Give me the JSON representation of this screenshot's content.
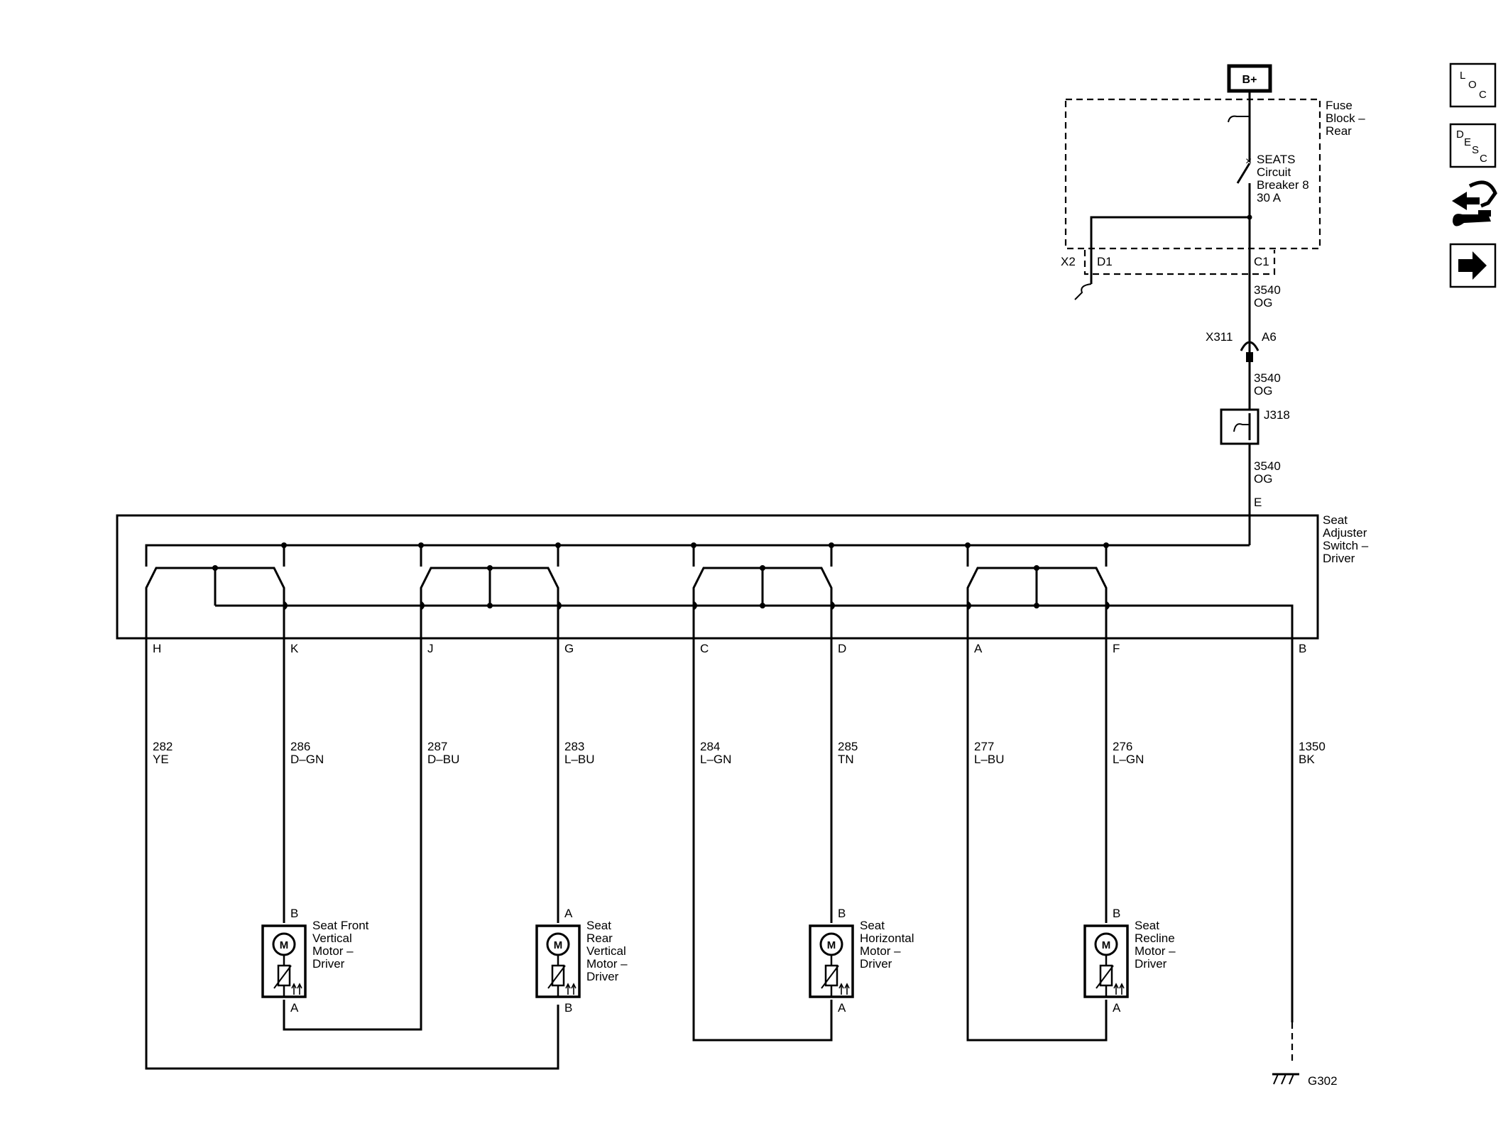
{
  "power": {
    "source": "B+"
  },
  "fuse_block": {
    "name": [
      "Fuse",
      "Block –",
      "Rear"
    ],
    "breaker": [
      "SEATS",
      "Circuit",
      "Breaker 8",
      "30 A"
    ],
    "connector_x2": "X2",
    "pin_d1": "D1",
    "pin_c1": "C1"
  },
  "feed": {
    "circuit": "3540",
    "color": "OG",
    "inline_connector": "X311",
    "inline_pin": "A6",
    "splice": "J318",
    "switch_pin": "E"
  },
  "switch": {
    "name": [
      "Seat",
      "Adjuster",
      "Switch –",
      "Driver"
    ]
  },
  "pins": [
    "H",
    "K",
    "J",
    "G",
    "C",
    "D",
    "A",
    "F",
    "B"
  ],
  "wires": [
    {
      "circuit": "282",
      "color": "YE"
    },
    {
      "circuit": "286",
      "color": "D–GN"
    },
    {
      "circuit": "287",
      "color": "D–BU"
    },
    {
      "circuit": "283",
      "color": "L–BU"
    },
    {
      "circuit": "284",
      "color": "L–GN"
    },
    {
      "circuit": "285",
      "color": "TN"
    },
    {
      "circuit": "277",
      "color": "L–BU"
    },
    {
      "circuit": "276",
      "color": "L–GN"
    },
    {
      "circuit": "1350",
      "color": "BK"
    }
  ],
  "motors": [
    {
      "name": [
        "Seat Front",
        "Vertical",
        "Motor –",
        "Driver"
      ],
      "top_pin": "B",
      "bottom_pin": "A",
      "symbol": "M"
    },
    {
      "name": [
        "Seat",
        "Rear",
        "Vertical",
        "Motor –",
        "Driver"
      ],
      "top_pin": "A",
      "bottom_pin": "B",
      "symbol": "M"
    },
    {
      "name": [
        "Seat",
        "Horizontal",
        "Motor –",
        "Driver"
      ],
      "top_pin": "B",
      "bottom_pin": "A",
      "symbol": "M"
    },
    {
      "name": [
        "Seat",
        "Recline",
        "Motor –",
        "Driver"
      ],
      "top_pin": "B",
      "bottom_pin": "A",
      "symbol": "M"
    }
  ],
  "ground": {
    "name": "G302"
  },
  "nav": {
    "loc": [
      "L",
      "O",
      "C"
    ],
    "desc": [
      "D",
      "E",
      "S",
      "C"
    ],
    "icons": [
      "connector-locator-icon",
      "next-arrow-icon"
    ]
  }
}
